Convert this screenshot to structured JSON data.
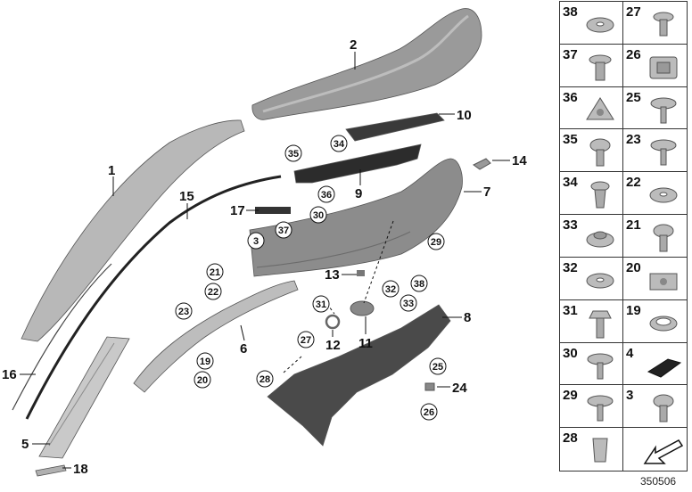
{
  "diagram": {
    "document_number": "350506",
    "callouts": [
      "1",
      "2",
      "5",
      "6",
      "7",
      "8",
      "9",
      "10",
      "11",
      "12",
      "13",
      "14",
      "15",
      "16",
      "17",
      "18",
      "24"
    ],
    "circled_callouts": [
      "3",
      "19",
      "20",
      "21",
      "22",
      "23",
      "25",
      "26",
      "27",
      "28",
      "29",
      "30",
      "31",
      "32",
      "33",
      "34",
      "35",
      "36",
      "37",
      "38"
    ]
  },
  "legend": {
    "cells": [
      {
        "label": "38",
        "icon": "flat-washer"
      },
      {
        "label": "27",
        "icon": "push-rivet"
      },
      {
        "label": "37",
        "icon": "flange-screw"
      },
      {
        "label": "26",
        "icon": "spring-nut"
      },
      {
        "label": "36",
        "icon": "clip-nut"
      },
      {
        "label": "25",
        "icon": "washer-screw"
      },
      {
        "label": "35",
        "icon": "round-head-screw"
      },
      {
        "label": "23",
        "icon": "washer-screw"
      },
      {
        "label": "34",
        "icon": "expanding-rivet"
      },
      {
        "label": "22",
        "icon": "flat-washer"
      },
      {
        "label": "33",
        "icon": "collar-nut"
      },
      {
        "label": "21",
        "icon": "round-head-screw"
      },
      {
        "label": "32",
        "icon": "flat-washer"
      },
      {
        "label": "20",
        "icon": "cage-nut"
      },
      {
        "label": "31",
        "icon": "hex-collar-screw"
      },
      {
        "label": "19",
        "icon": "grommet"
      },
      {
        "label": "30",
        "icon": "washer-screw"
      },
      {
        "label": "4",
        "icon": "foam-pad"
      },
      {
        "label": "29",
        "icon": "washer-screw"
      },
      {
        "label": "3",
        "icon": "round-head-screw"
      },
      {
        "label": "28",
        "icon": "expanding-clip"
      },
      {
        "label": "",
        "icon": "direction-arrow"
      }
    ]
  }
}
